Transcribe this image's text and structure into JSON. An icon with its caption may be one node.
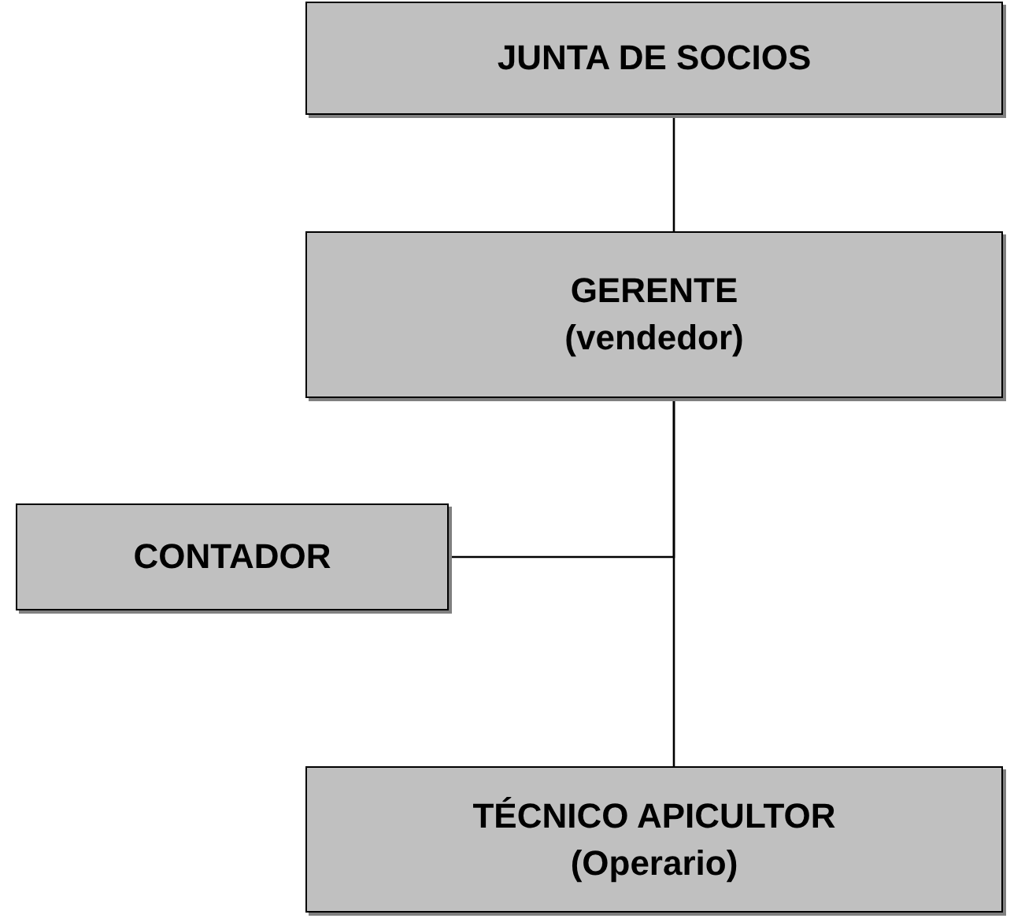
{
  "diagram": {
    "nodes": [
      {
        "text": [
          "JUNTA DE SOCIOS"
        ]
      },
      {
        "text": [
          "GERENTE",
          "(vendedor)"
        ]
      },
      {
        "text": [
          "CONTADOR"
        ]
      },
      {
        "text": [
          "TÉCNICO APICULTOR",
          "(Operario)"
        ]
      }
    ],
    "edges": [
      {
        "from": 0,
        "to": 1,
        "arrow": "none"
      },
      {
        "from": 1,
        "to": 2,
        "arrow": "none"
      },
      {
        "from": 1,
        "to": 3,
        "arrow": "none"
      }
    ]
  }
}
